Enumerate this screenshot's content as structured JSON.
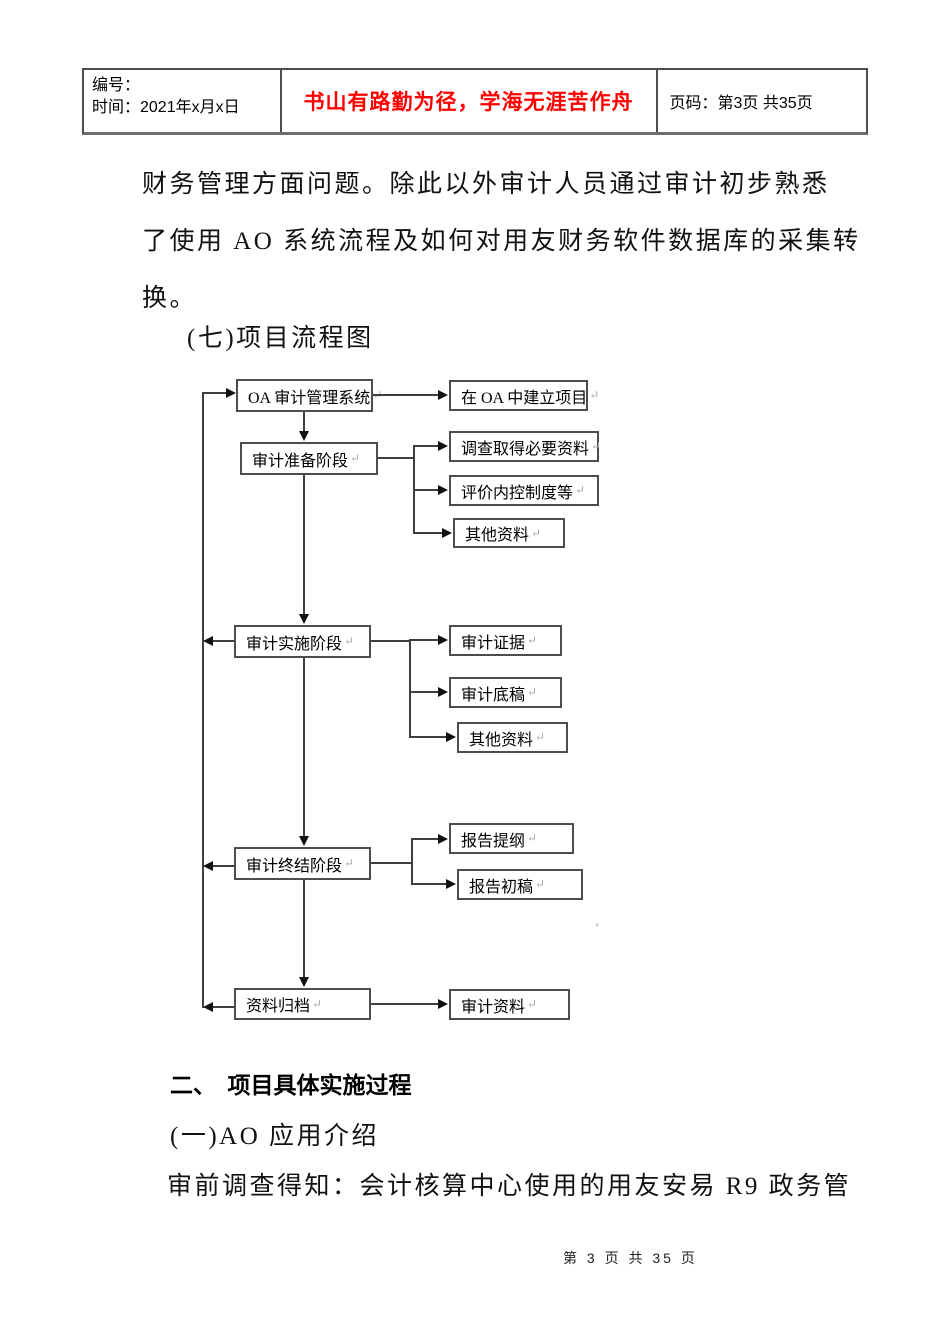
{
  "header": {
    "number_label": "编号：",
    "date_label": "时间：2021年x月x日",
    "motto": "书山有路勤为径，学海无涯苦作舟",
    "motto_color": "#ff0000",
    "page_label": "页码：第3页 共35页"
  },
  "body": {
    "para1_line1": "财务管理方面问题。除此以外审计人员通过审计初步熟悉",
    "para1_line2": "了使用 AO 系统流程及如何对用友财务软件数据库的采集转",
    "para1_line3": "换。",
    "section7_title": "(七)项目流程图",
    "heading2": "二、　项目具体实施过程",
    "section1_title": "(一)AO 应用介绍",
    "para2_line1": "审前调查得知：会计核算中心使用的用友安易 R9 政务管"
  },
  "footer": {
    "page_info": "第 3 页 共 35 页"
  },
  "flowchart": {
    "return_mark": "↵",
    "stray_mark": "’",
    "boxes": {
      "oa_system": "OA 审计管理系统",
      "create_project": "在 OA 中建立项目",
      "prep_stage": "审计准备阶段",
      "survey_material": "调查取得必要资料",
      "evaluate_control": "评价内控制度等",
      "other_material_prep": "其他资料",
      "impl_stage": "审计实施阶段",
      "audit_evidence": "审计证据",
      "audit_draft": "审计底稿",
      "other_material_impl": "其他资料",
      "concl_stage": "审计终结阶段",
      "report_outline": "报告提纲",
      "report_first_draft": "报告初稿",
      "archive_stage": "资料归档",
      "audit_material": "审计资料"
    }
  }
}
